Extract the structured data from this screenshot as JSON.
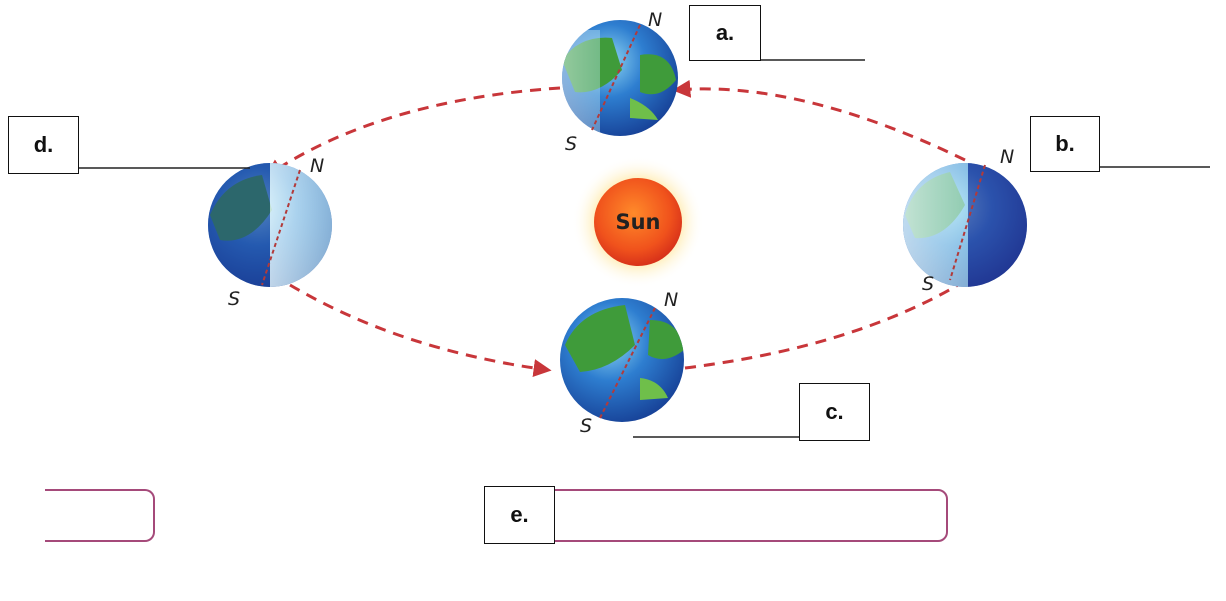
{
  "sun": {
    "label": "Sun"
  },
  "poles": {
    "north": "N",
    "south": "S"
  },
  "labels": {
    "a": "a.",
    "b": "b.",
    "c": "c.",
    "d": "d.",
    "e": "e."
  },
  "colors": {
    "orbit": "#c8363a",
    "answer_border": "#a54a7a",
    "ocean": "#1b4fa8",
    "land": "#3f9b3a"
  }
}
